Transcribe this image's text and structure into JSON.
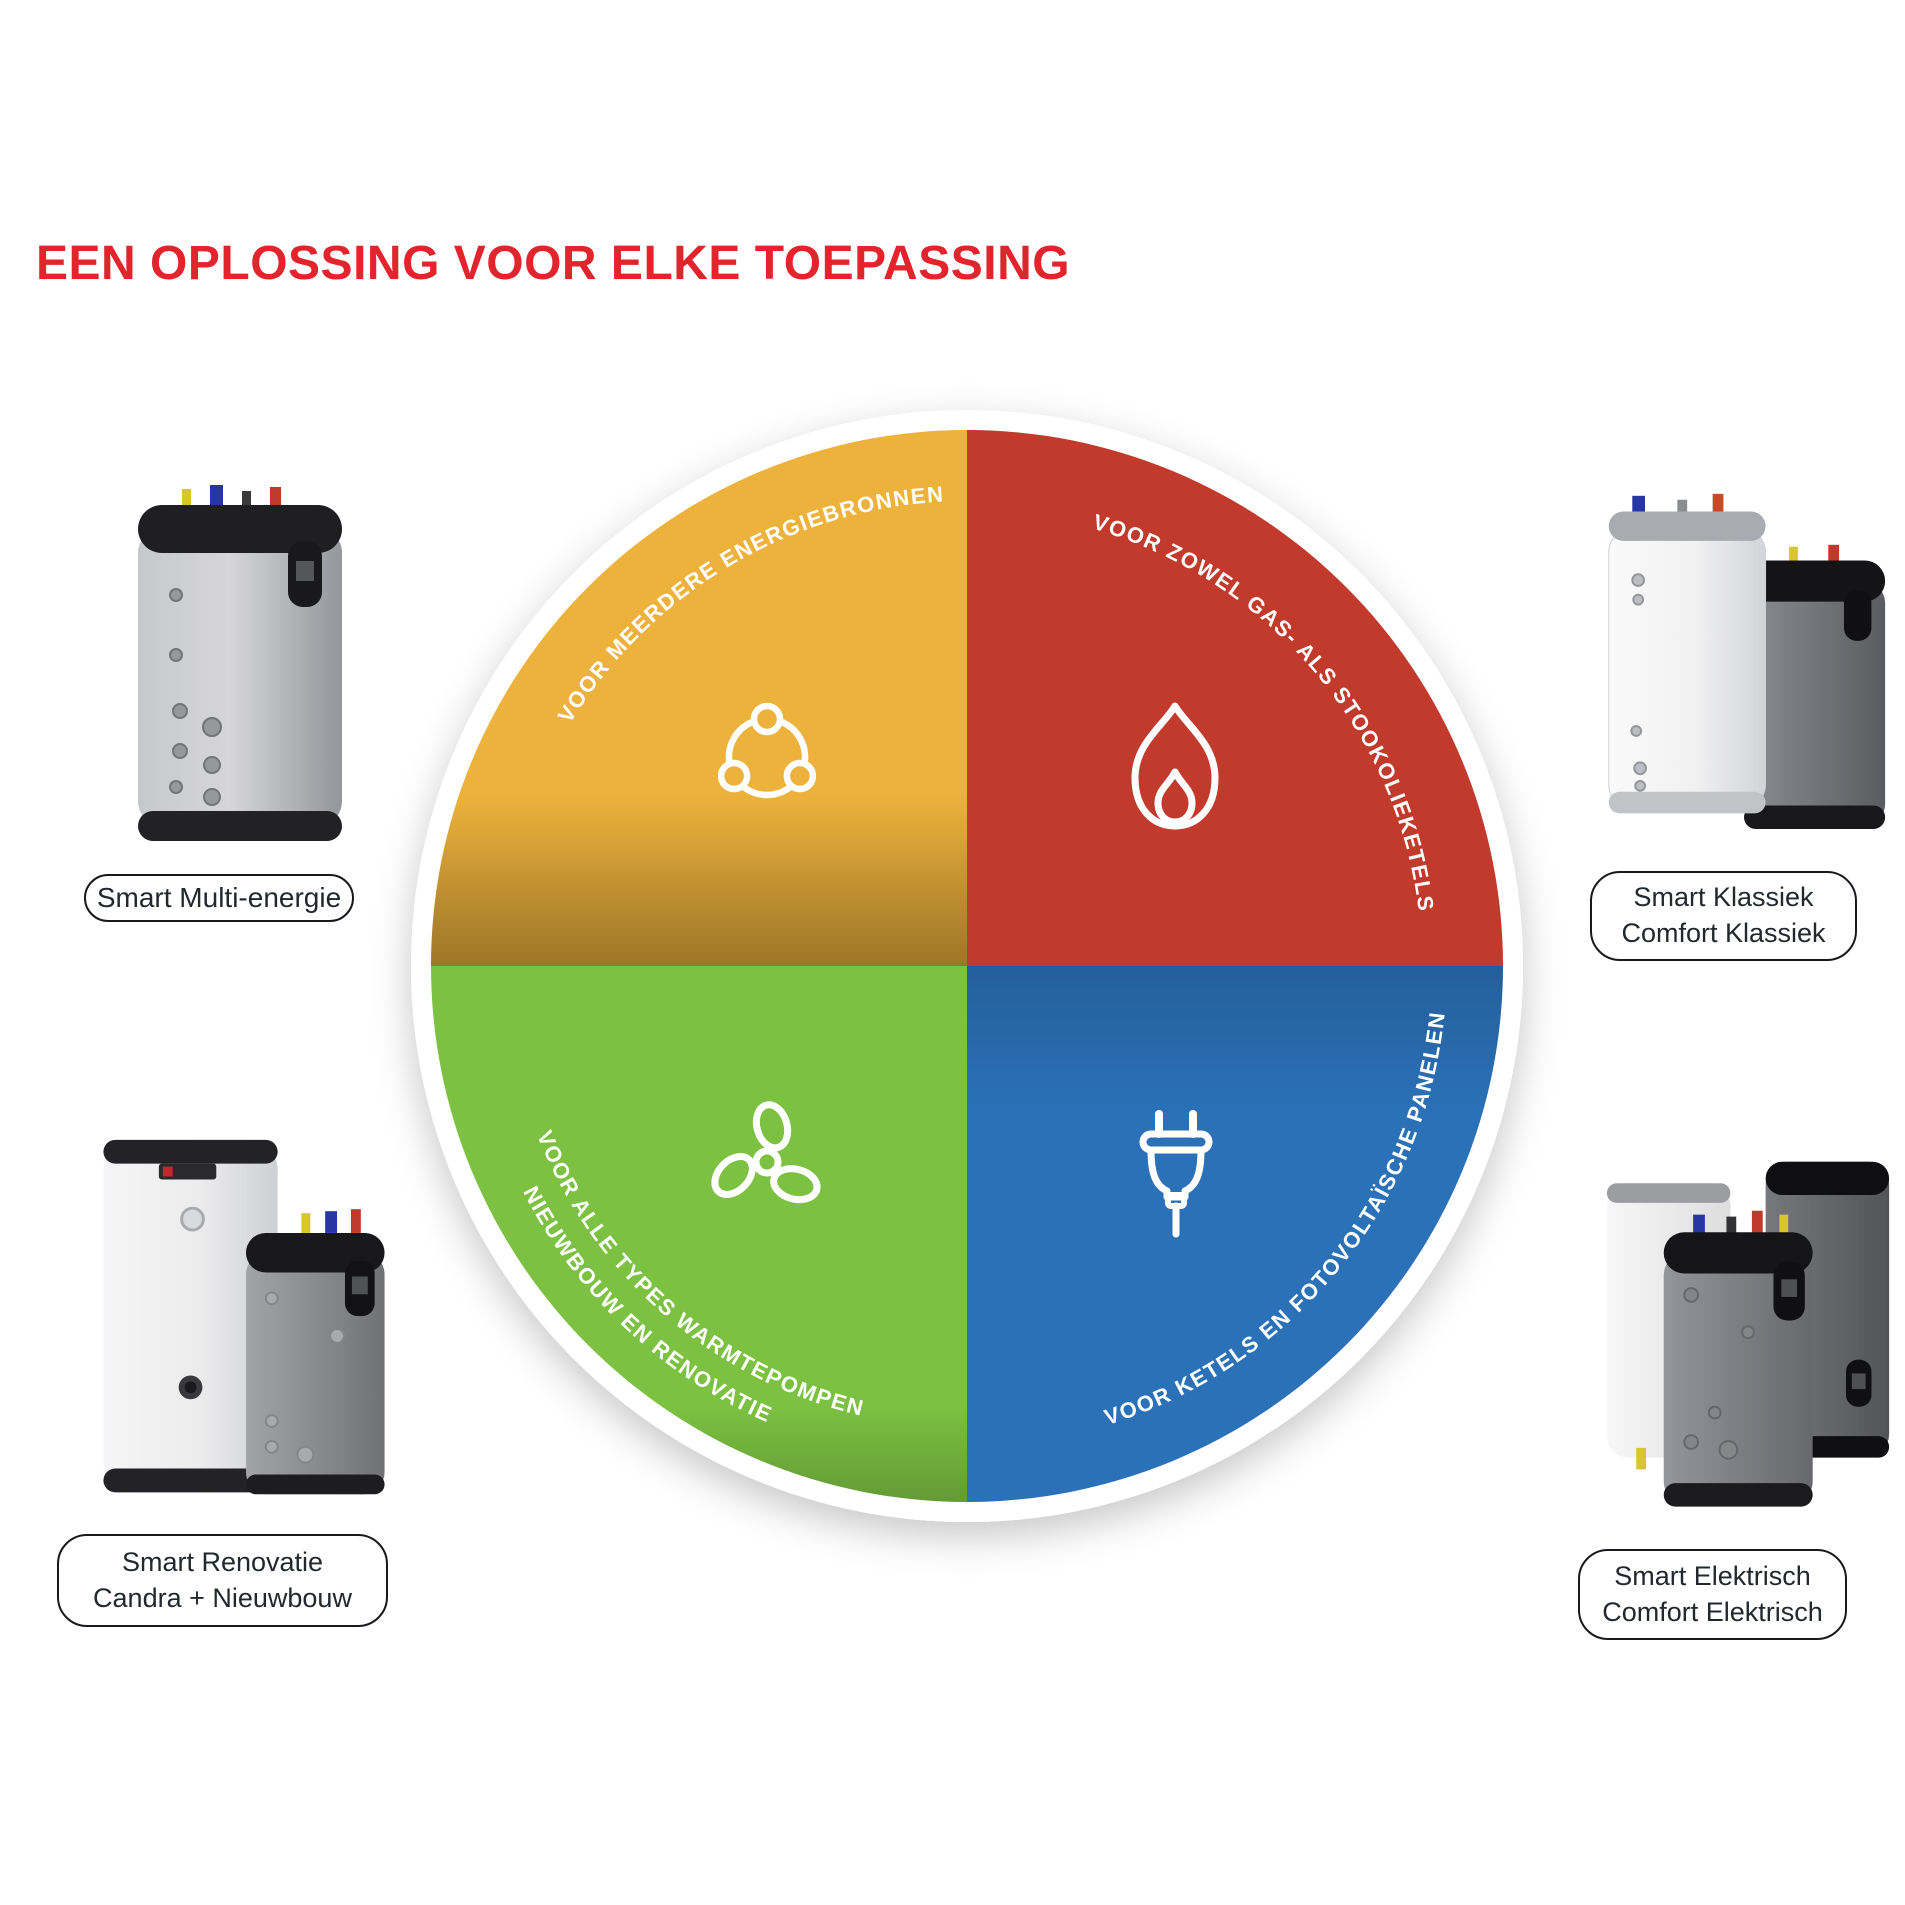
{
  "title": {
    "text": "EEN OPLOSSING VOOR ELKE TOEPASSING",
    "color": "#E3242C"
  },
  "wheel": {
    "quadrants": {
      "multi": {
        "label": "VOOR MEERDERE ENERGIEBRONNEN",
        "color": "#EDB23C",
        "icon": "share-network-icon"
      },
      "boilers": {
        "label": "VOOR ZOWEL GAS- ALS STOOKOLIEKETELS",
        "color": "#C23A2B",
        "icon": "flame-icon"
      },
      "heatpumps": {
        "label_line1": "VOOR ALLE TYPES WARMTEPOMPEN",
        "label_line2": "NIEUWBOUW EN RENOVATIE",
        "color": "#7CC142",
        "icon": "fan-icon"
      },
      "solar": {
        "label": "VOOR KETELS EN FOTOVOLTAÏSCHE PANELEN",
        "color": "#2B71B8",
        "icon": "plug-icon"
      }
    },
    "text_color": "#FFFFFF"
  },
  "products": {
    "top_left": {
      "label_lines": [
        "Smart Multi-energie"
      ]
    },
    "top_right": {
      "label_lines": [
        "Smart Klassiek",
        "Comfort Klassiek"
      ]
    },
    "bottom_left": {
      "label_lines": [
        "Smart Renovatie",
        "Candra + Nieuwbouw"
      ]
    },
    "bottom_right": {
      "label_lines": [
        "Smart Elektrisch",
        "Comfort Elektrisch"
      ]
    }
  }
}
